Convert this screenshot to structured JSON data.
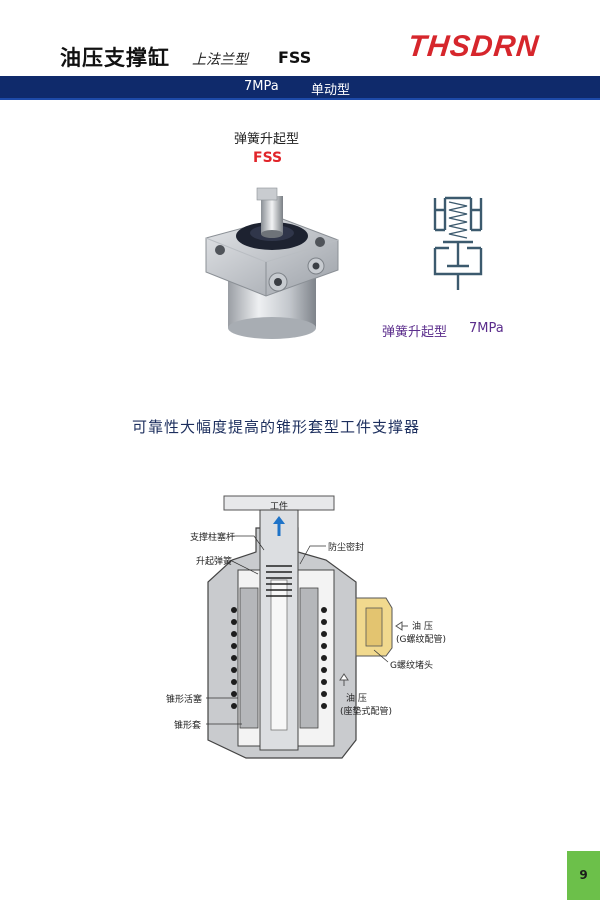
{
  "header": {
    "title": "油压支撑缸",
    "subtitle": "上法兰型",
    "model": "FSS",
    "brand": "THSDRN"
  },
  "band": {
    "pressure": "7MPa",
    "type": "单动型"
  },
  "product": {
    "label": "弹簧升起型",
    "code": "FSS"
  },
  "symbol": {
    "label": "弹簧升起型",
    "pressure": "7MPa"
  },
  "tagline": "可靠性大幅度提高的锥形套型工件支撑器",
  "diagram": {
    "workpiece": "工件",
    "plunger": "支撑柱塞杆",
    "spring": "升起弹簧",
    "dust_seal": "防尘密封",
    "oil_pressure_1": "油 压",
    "g_thread_pipe": "(G螺纹配管)",
    "g_plug": "G螺纹堵头",
    "oil_pressure_2": "油 压",
    "seat_pipe": "(座垫式配管)",
    "cone_piston": "锥形活塞",
    "cone_sleeve": "锥形套"
  },
  "colors": {
    "brand_red": "#d6262c",
    "band_navy": "#0f2a6b",
    "symbol_purple": "#5b2d8c",
    "page_green": "#6cc04a"
  },
  "page_number": "9"
}
